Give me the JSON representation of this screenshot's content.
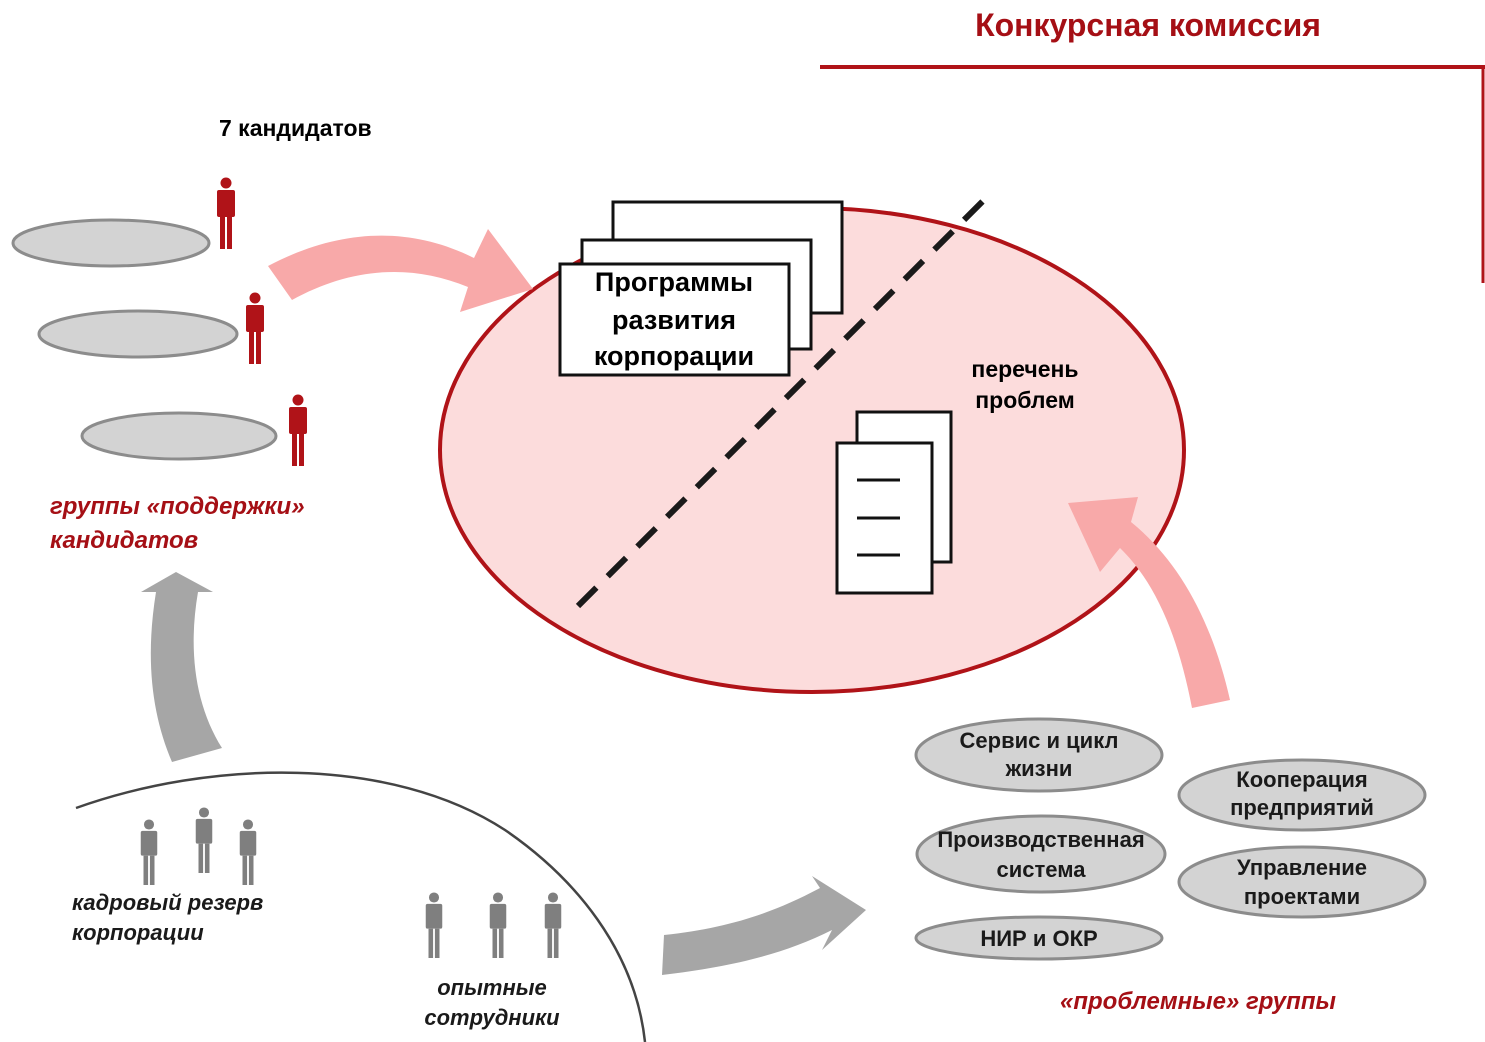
{
  "title": "Конкурсная комиссия",
  "candidates": {
    "count_label": "7 кандидатов",
    "support_groups_line1": "группы «поддержки»",
    "support_groups_line2": "кандидатов"
  },
  "commission": {
    "programs_line1": "Программы",
    "programs_line2": "развития",
    "programs_line3": "корпорации",
    "problems_line1": "перечень",
    "problems_line2": "проблем"
  },
  "reserve": {
    "line1": "кадровый резерв",
    "line2": "корпорации"
  },
  "experienced": {
    "line1": "опытные",
    "line2": "сотрудники"
  },
  "problem_groups": {
    "label": "«проблемные» группы",
    "items": [
      {
        "line1": "Сервис и цикл",
        "line2": "жизни"
      },
      {
        "line1": "Кооперация",
        "line2": "предприятий"
      },
      {
        "line1": "Производственная",
        "line2": "система"
      },
      {
        "line1": "Управление",
        "line2": "проектами"
      },
      {
        "line1": "НИР и ОКР",
        "line2": ""
      }
    ]
  },
  "colors": {
    "accent_red": "#a50f15",
    "commission_fill": "#fcdcdc",
    "pink_arrow": "#f8a9a9",
    "grey_arrow": "#a6a6a6",
    "oval_fill": "#d3d3d3"
  }
}
